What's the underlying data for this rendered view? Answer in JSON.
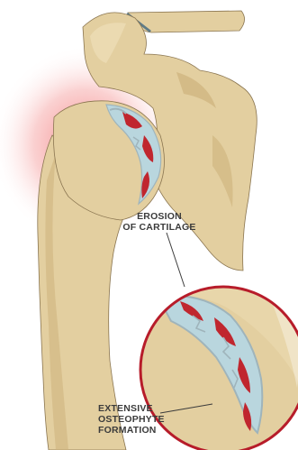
{
  "labels": {
    "erosion": {
      "line1": "EROSION",
      "line2": "OF CARTILAGE"
    },
    "osteophyte": {
      "line1": "EXTENSIVE",
      "line2": "OSTEOPHYTE",
      "line3": "FORMATION"
    }
  },
  "colors": {
    "background": "#ffffff",
    "bone": "#e3cfa0",
    "bone_shadow": "#cdb27c",
    "bone_outline": "#8a7550",
    "inflammation_glow": "#f2787a",
    "cartilage_blue": "#b9d6de",
    "cartilage_gray": "#9fb4bb",
    "erosion_red": "#c0262e",
    "magnifier_ring": "#b71c2a",
    "label_text": "#3b3b3b"
  },
  "icons": [
    "shoulder-joint-illustration",
    "magnifier-circle"
  ]
}
